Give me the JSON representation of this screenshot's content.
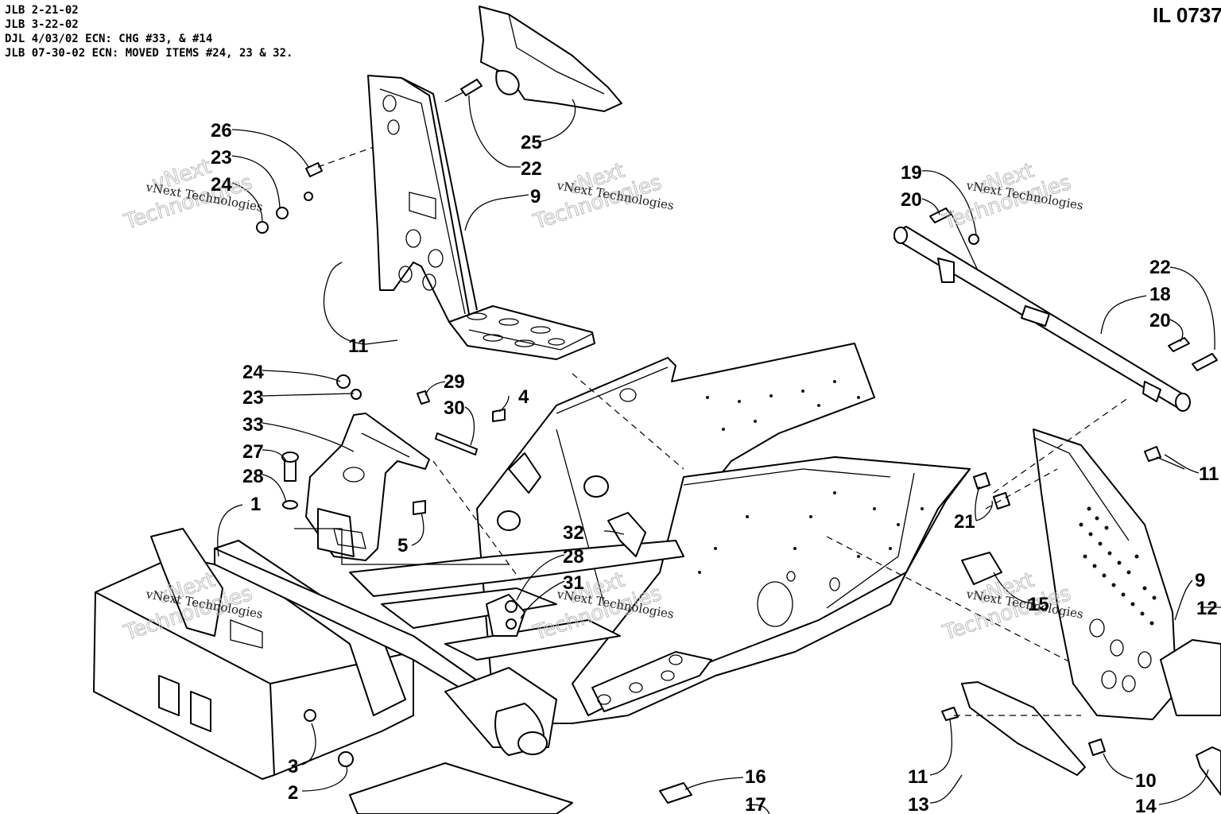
{
  "revision_notes": [
    "JLB 2-21-02",
    "JLB 3-22-02",
    "DJL 4/03/02 ECN: CHG #33, & #14",
    "JLB 07-30-02 ECN: MOVED ITEMS #24, 23 & 32."
  ],
  "illustration_number": "IL 0737",
  "watermark": {
    "line1": "vNext Technologies",
    "line2": "vNext",
    "line3": "Technologies"
  },
  "callouts": {
    "c26": "26",
    "c23a": "23",
    "c24a": "24",
    "c25": "25",
    "c22a": "22",
    "c9a": "9",
    "c11a": "11",
    "c24b": "24",
    "c23b": "23",
    "c29": "29",
    "c30": "30",
    "c4": "4",
    "c33": "33",
    "c27": "27",
    "c28a": "28",
    "c1": "1",
    "c5": "5",
    "c32": "32",
    "c28b": "28",
    "c31": "31",
    "c3": "3",
    "c2": "2",
    "c16": "16",
    "c17": "17",
    "c19": "19",
    "c20a": "20",
    "c22b": "22",
    "c18": "18",
    "c20b": "20",
    "c11b": "11",
    "c21": "21",
    "c15": "15",
    "c9b": "9",
    "c12": "12",
    "c11c": "11",
    "c13": "13",
    "c10": "10",
    "c14": "14"
  }
}
